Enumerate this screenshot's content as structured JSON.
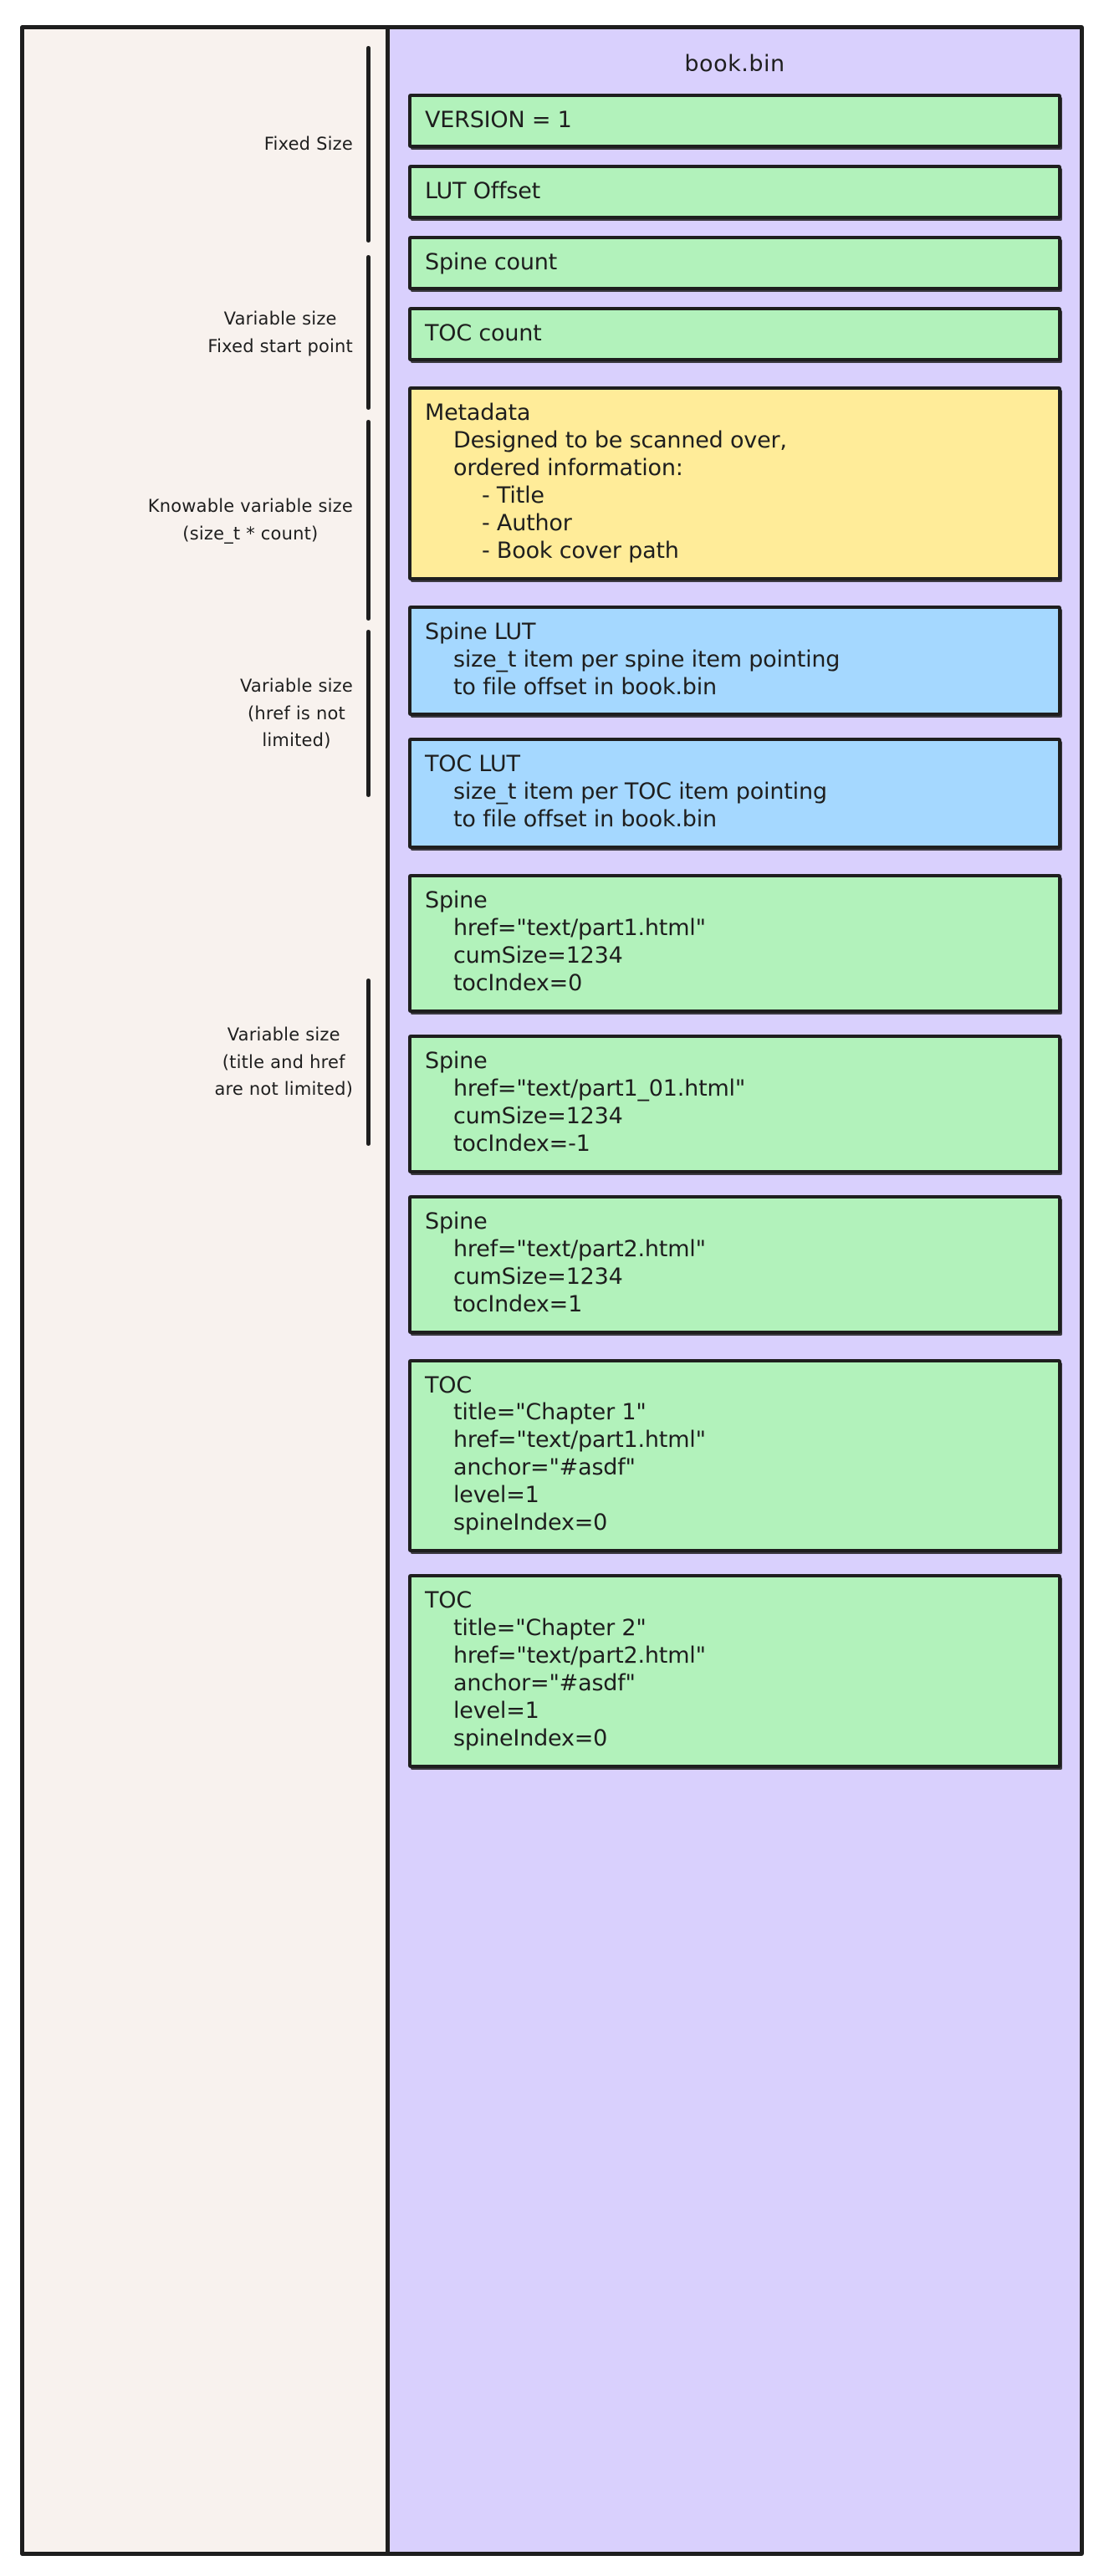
{
  "diagram": {
    "title": "book.bin",
    "colors": {
      "panel_background": "#d9d0fd",
      "left_background": "#f8f2ee",
      "green_box": "#b2f2bb",
      "yellow_box": "#ffec99",
      "blue_box": "#a5d8ff",
      "stroke": "#1e1e1e"
    }
  },
  "left_labels": [
    {
      "text": "Fixed Size"
    },
    {
      "text": "Variable size\nFixed start point"
    },
    {
      "text": "Knowable variable size\n(size_t * count)"
    },
    {
      "text": "Variable size\n(href is not\nlimited)"
    },
    {
      "text": "Variable size\n(title and href\nare not limited)"
    }
  ],
  "records": [
    {
      "id": "version",
      "color": "green",
      "lines": [
        {
          "text": "VERSION = 1",
          "indent": 0
        }
      ]
    },
    {
      "id": "lut-offset",
      "color": "green",
      "lines": [
        {
          "text": "LUT Offset",
          "indent": 0
        }
      ]
    },
    {
      "id": "spine-count",
      "color": "green",
      "lines": [
        {
          "text": "Spine count",
          "indent": 0
        }
      ]
    },
    {
      "id": "toc-count",
      "color": "green",
      "lines": [
        {
          "text": "TOC count",
          "indent": 0
        }
      ]
    },
    {
      "id": "metadata",
      "color": "yellow",
      "lines": [
        {
          "text": "Metadata",
          "indent": 0
        },
        {
          "text": "Designed to be scanned over,",
          "indent": 1
        },
        {
          "text": "ordered information:",
          "indent": 1
        },
        {
          "text": "- Title",
          "indent": 2
        },
        {
          "text": "- Author",
          "indent": 2
        },
        {
          "text": "- Book cover path",
          "indent": 2
        }
      ]
    },
    {
      "id": "spine-lut",
      "color": "blue",
      "lines": [
        {
          "text": "Spine LUT",
          "indent": 0
        },
        {
          "text": "size_t item per spine item pointing",
          "indent": 1
        },
        {
          "text": "to file offset in book.bin",
          "indent": 1
        }
      ]
    },
    {
      "id": "toc-lut",
      "color": "blue",
      "lines": [
        {
          "text": "TOC LUT",
          "indent": 0
        },
        {
          "text": "size_t item per TOC item pointing",
          "indent": 1
        },
        {
          "text": "to file offset in book.bin",
          "indent": 1
        }
      ]
    },
    {
      "id": "spine-1",
      "color": "green",
      "lines": [
        {
          "text": "Spine",
          "indent": 0
        },
        {
          "text": "href=\"text/part1.html\"",
          "indent": 1
        },
        {
          "text": "cumSize=1234",
          "indent": 1
        },
        {
          "text": "tocIndex=0",
          "indent": 1
        }
      ]
    },
    {
      "id": "spine-2",
      "color": "green",
      "lines": [
        {
          "text": "Spine",
          "indent": 0
        },
        {
          "text": "href=\"text/part1_01.html\"",
          "indent": 1
        },
        {
          "text": "cumSize=1234",
          "indent": 1
        },
        {
          "text": "tocIndex=-1",
          "indent": 1
        }
      ]
    },
    {
      "id": "spine-3",
      "color": "green",
      "lines": [
        {
          "text": "Spine",
          "indent": 0
        },
        {
          "text": "href=\"text/part2.html\"",
          "indent": 1
        },
        {
          "text": "cumSize=1234",
          "indent": 1
        },
        {
          "text": "tocIndex=1",
          "indent": 1
        }
      ]
    },
    {
      "id": "toc-1",
      "color": "green",
      "lines": [
        {
          "text": "TOC",
          "indent": 0
        },
        {
          "text": "title=\"Chapter 1\"",
          "indent": 1
        },
        {
          "text": "href=\"text/part1.html\"",
          "indent": 1
        },
        {
          "text": "anchor=\"#asdf\"",
          "indent": 1
        },
        {
          "text": "level=1",
          "indent": 1
        },
        {
          "text": "spineIndex=0",
          "indent": 1
        }
      ]
    },
    {
      "id": "toc-2",
      "color": "green",
      "lines": [
        {
          "text": "TOC",
          "indent": 0
        },
        {
          "text": "title=\"Chapter 2\"",
          "indent": 1
        },
        {
          "text": "href=\"text/part2.html\"",
          "indent": 1
        },
        {
          "text": "anchor=\"#asdf\"",
          "indent": 1
        },
        {
          "text": "level=1",
          "indent": 1
        },
        {
          "text": "spineIndex=0",
          "indent": 1
        }
      ]
    }
  ]
}
